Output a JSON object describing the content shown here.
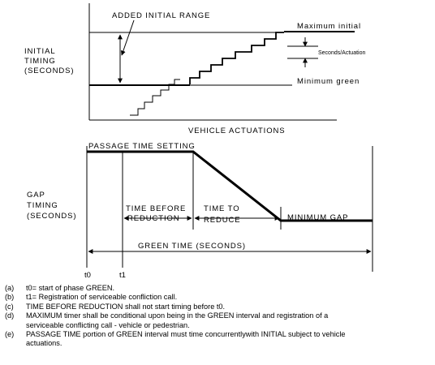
{
  "top_diagram": {
    "y_label_line1": "INITIAL",
    "y_label_line2": "TIMING",
    "y_label_line3": "(SECONDS)",
    "x_label": "VEHICLE ACTUATIONS",
    "added_initial_range": "ADDED INITIAL RANGE",
    "maximum_initial": "Maximum initial",
    "seconds_per_actuation": "Seconds/Actuation",
    "minimum_green": "Minimum green"
  },
  "bottom_diagram": {
    "y_label_line1": "GAP",
    "y_label_line2": "TIMING",
    "y_label_line3": "(SECONDS)",
    "passage_time_setting": "PASSAGE TIME SETTING",
    "time_before_line1": "TIME BEFORE",
    "time_before_line2": "REDUCTION",
    "time_to_line1": "TIME TO",
    "time_to_line2": "REDUCE",
    "minimum_gap": "MINIMUM GAP",
    "green_time": "GREEN TIME (SECONDS)",
    "t0": "t0",
    "t1": "t1"
  },
  "notes": [
    {
      "letter": "(a)",
      "line1": "t0= start of phase GREEN.",
      "line2": ""
    },
    {
      "letter": "(b)",
      "line1": "t1= Registration of serviceable confliction call.",
      "line2": ""
    },
    {
      "letter": "(c)",
      "line1": "TIME BEFORE REDUCTION shall not start timing before t0.",
      "line2": ""
    },
    {
      "letter": "(d)",
      "line1": "MAXIMUM timer shall be conditional upon being in the GREEN interval and registration of a",
      "line2": "serviceable conflicting call - vehicle or pedestrian."
    },
    {
      "letter": "(e)",
      "line1": "PASSAGE TIME portion of GREEN interval must time concurrentlywith INITIAL subject to vehicle",
      "line2": "actuations."
    }
  ]
}
